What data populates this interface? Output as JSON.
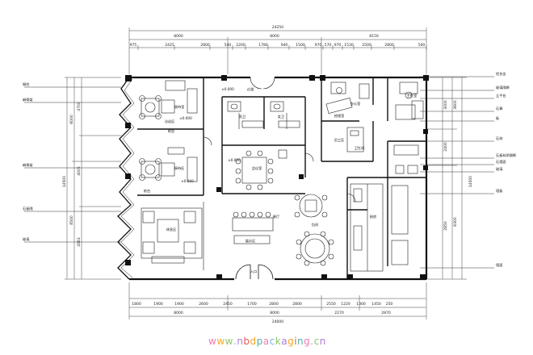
{
  "plan": {
    "top_dims": {
      "overall": "24250",
      "mid": [
        "8000",
        "8000",
        "8150"
      ],
      "fine": [
        "975",
        "2425",
        "2800",
        "540",
        "2200",
        "1780",
        "940",
        "1500",
        "970",
        "570",
        "970",
        "1530",
        "2500",
        "2800",
        "500"
      ]
    },
    "bottom_dims": {
      "fine": [
        "1800",
        "1900",
        "1900",
        "2600",
        "2450",
        "1700",
        "2800",
        "2800",
        "2550",
        "1220",
        "1300",
        "1450",
        "250"
      ],
      "mid": [
        "8000",
        "8000",
        "2270",
        "2870"
      ],
      "overall": "24000"
    },
    "left_dims": {
      "overall": "14500",
      "mid": [
        "6000",
        "8500"
      ],
      "fine": [
        "4700",
        "4005",
        "4563"
      ]
    },
    "right_dims": {
      "overall": "14500",
      "mid": [
        "3600",
        "6300"
      ],
      "fine": [
        "3000",
        "2400",
        "2850"
      ]
    },
    "left_labels": [
      "钢柱",
      "麻骨架",
      "麻骨架",
      "石板隔",
      "玻璃"
    ],
    "right_labels": [
      "铝合金",
      "玻璃隔断",
      "立平台",
      "石膏",
      "板",
      "石材",
      "石板材质隔断",
      "石墙面",
      "玻璃",
      "墙板",
      "墙面"
    ],
    "room_labels": [
      "接待室",
      "洽谈区",
      "接待区",
      "吧台",
      "会议室",
      "男卫",
      "女卫",
      "过道",
      "经理室",
      "办公室",
      "卫生间",
      "员工区",
      "主任室",
      "餐厅",
      "包间",
      "厨房",
      "休息区",
      "前台",
      "展示区",
      "入口"
    ],
    "level_marks": [
      "±0.000",
      "±0.000",
      "±0.000",
      "±0.000"
    ]
  },
  "watermark": {
    "text": "www.nbdpackaging.cn",
    "letter_colors": [
      "#f07ab0",
      "#f5a623",
      "#8fc66a",
      "#6cb7e8",
      "#b07ad8",
      "#e55a5a",
      "#f5a623",
      "#4fb3a9",
      "#f07ab0",
      "#6cb7e8",
      "#8fc66a",
      "#b07ad8",
      "#f5a623",
      "#e55a5a",
      "#4fb3a9",
      "#f07ab0",
      "#6cb7e8",
      "#8fc66a",
      "#b07ad8"
    ]
  },
  "colors": {
    "wall": "#111111",
    "line": "#333333",
    "dim": "#444444"
  }
}
